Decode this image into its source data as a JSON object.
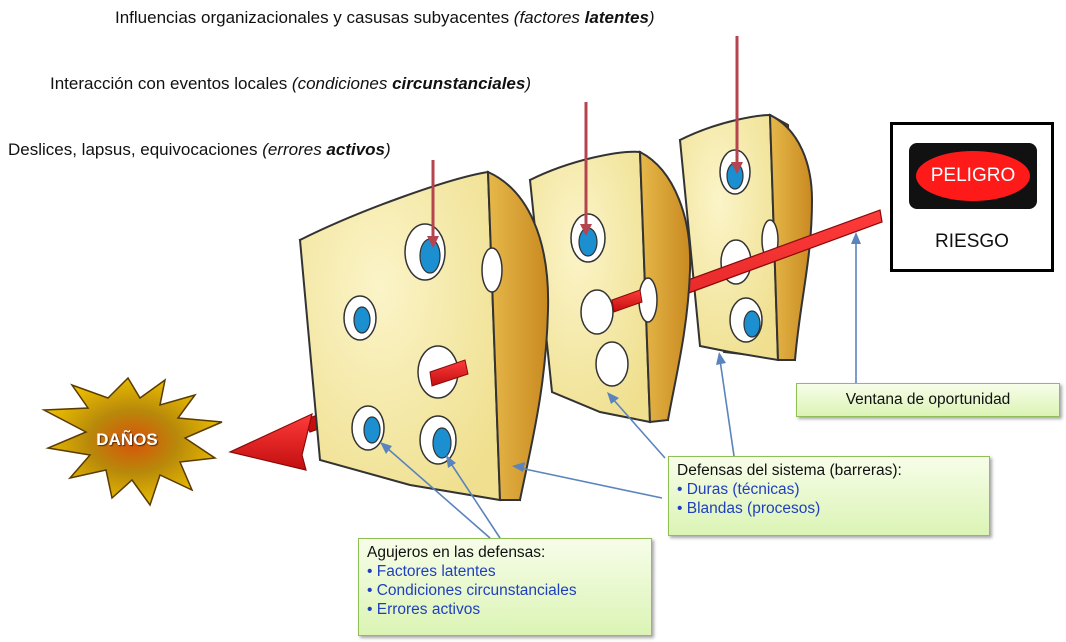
{
  "labels": {
    "latent_prefix": "Influencias organizacionales y casusas subyacentes ",
    "latent_italic": "(factores ",
    "latent_bold": "latentes",
    "latent_close": ")",
    "circ_prefix": "Interacción con eventos locales ",
    "circ_italic": "(condiciones ",
    "circ_bold": "circunstanciales",
    "circ_close": ")",
    "active_prefix": "Deslices, lapsus, equivocaciones ",
    "active_italic": "(errores ",
    "active_bold": "activos",
    "active_close": ")"
  },
  "danger": {
    "badge": "PELIGRO",
    "subtitle": "RIESGO"
  },
  "harm": {
    "label": "DAÑOS"
  },
  "window_box": {
    "text": "Ventana de oportunidad"
  },
  "defenses_box": {
    "heading": "Defensas del sistema (barreras):",
    "items": [
      "Duras (técnicas)",
      "Blandas (procesos)"
    ]
  },
  "holes_box": {
    "heading": "Agujeros en las defensas:",
    "items": [
      "Factores latentes",
      "Condiciones circunstanciales",
      "Errores activos"
    ]
  },
  "colors": {
    "cheese_face": "#f5e9a8",
    "cheese_side": "#d9a43a",
    "hole": "#1b8fcf",
    "arrow": "#e41e1e",
    "pointer": "#b5444f",
    "connector": "#5b84bd",
    "box_border": "#8fbf55",
    "burst": "#e0b000"
  }
}
